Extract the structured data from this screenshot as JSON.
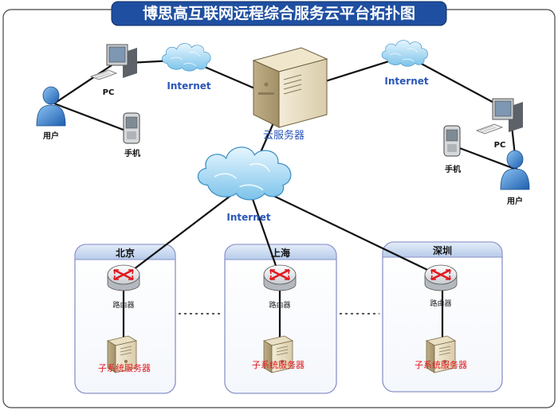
{
  "title": "博思高互联网远程综合服务云平台拓扑图",
  "labels": {
    "internet_left": "Internet",
    "internet_right": "Internet",
    "internet_center": "Internet",
    "pc_left": "PC",
    "pc_right": "PC",
    "user_left": "用户",
    "user_right": "用户",
    "phone_left": "手机",
    "phone_right": "手机",
    "cloud_server": "云服务器"
  },
  "branches": [
    {
      "name": "北京",
      "router": "路由器",
      "server": "子系统服务器"
    },
    {
      "name": "上海",
      "router": "路由器",
      "server": "子系统服务器"
    },
    {
      "name": "深圳",
      "router": "路由器",
      "server": "子系统服务器"
    }
  ],
  "colors": {
    "title_text": "#ffffff",
    "title_bg": "#1f4fa0",
    "internet_text": "#2a55b8",
    "server_text": "#e0191f",
    "panel_border": "#8a92c8",
    "panel_header": "#c9d9f0"
  },
  "icons": [
    "cloud-icon",
    "server-icon",
    "desktop-pc-icon",
    "user-icon",
    "mobile-phone-icon",
    "router-icon"
  ]
}
